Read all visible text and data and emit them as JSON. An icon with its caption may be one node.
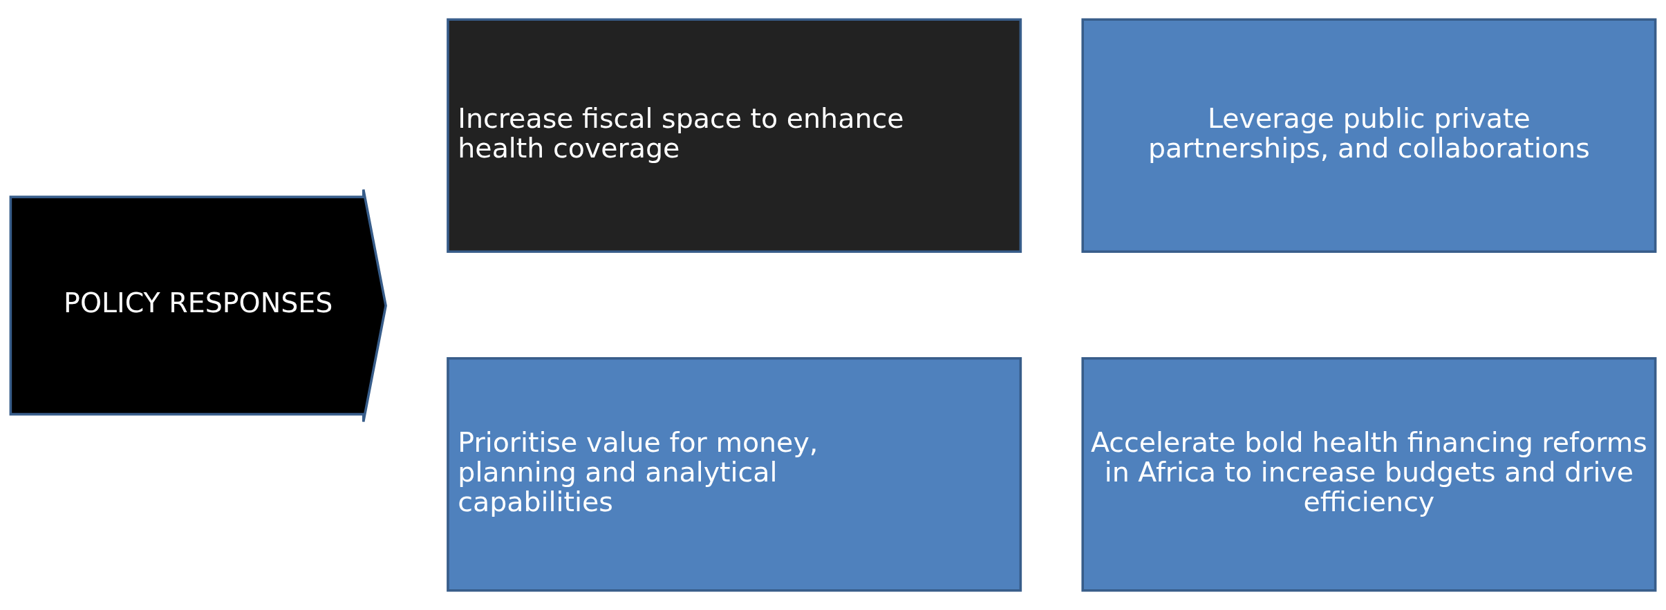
{
  "diagram": {
    "nodes": [
      {
        "text": [
          "POLICY RESPONSES"
        ]
      },
      {
        "text": [
          "Increase fiscal space to enhance health coverage"
        ]
      },
      {
        "text": [
          "Leverage public private partnerships, and collaborations"
        ]
      },
      {
        "text": [
          "Prioritise value for money, planning and analytical capabilities"
        ]
      },
      {
        "text": [
          "Accelerate bold health financing reforms in Africa to increase budgets and drive efficiency"
        ]
      }
    ]
  }
}
